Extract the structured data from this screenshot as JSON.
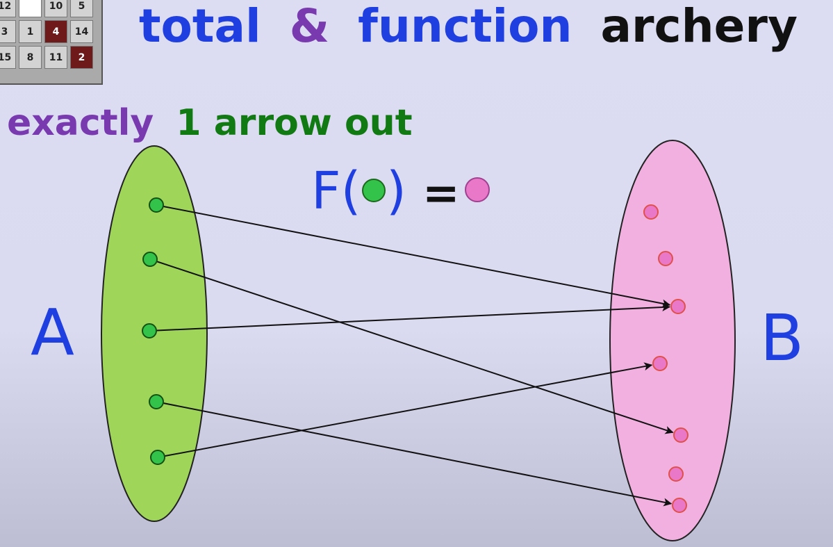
{
  "title": {
    "part1": "total",
    "amp": "&",
    "part2": "function",
    "part3": "archery"
  },
  "subtitle": {
    "part1": "exactly",
    "part2": "1 arrow out"
  },
  "formula": {
    "lhs": "F(",
    "rhs_paren": ")",
    "equals": "="
  },
  "set_a_label": "A",
  "set_b_label": "B",
  "puzzle": {
    "rows": [
      [
        "12",
        "",
        "10",
        "5"
      ],
      [
        "3",
        "1",
        "4",
        "14"
      ],
      [
        "15",
        "8",
        "11",
        "2"
      ]
    ],
    "dark_cells": [
      [
        1,
        2
      ],
      [
        2,
        3
      ]
    ],
    "blank_cells": [
      [
        0,
        1
      ]
    ]
  },
  "mapping": {
    "a_points": 5,
    "b_points": 7,
    "arrows": [
      [
        0,
        2
      ],
      [
        1,
        4
      ],
      [
        2,
        2
      ],
      [
        3,
        6
      ],
      [
        4,
        3
      ]
    ]
  },
  "colors": {
    "blue": "#1f3fe0",
    "purple": "#7a3aaf",
    "green": "#127a12",
    "black": "#111111",
    "set_a_fill": "#9fd65a",
    "set_b_fill": "#f2b0e0",
    "dot_green": "#33c24a",
    "dot_pink": "#ea78c8"
  }
}
